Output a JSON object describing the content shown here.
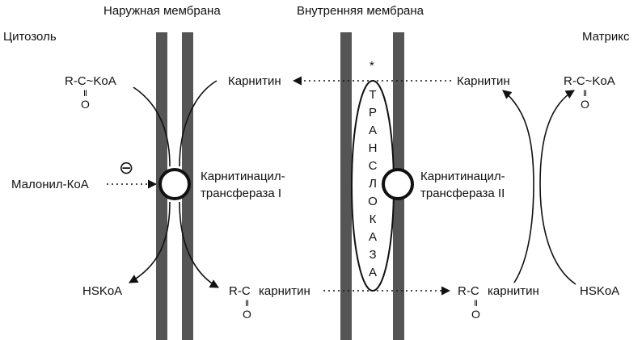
{
  "labels": {
    "outer_membrane": "Наружная мембрана",
    "inner_membrane": "Внутренняя мембрана",
    "cytosol": "Цитозоль",
    "matrix": "Матрикс",
    "acyl_coa_left": "R-C~KoA",
    "acyl_coa_right": "R-C~KoA",
    "carbonyl_o": "O",
    "carnitine_outer": "Карнитин",
    "carnitine_matrix": "Карнитин",
    "asterisk": "*",
    "malonyl_coa": "Малонил-КоА",
    "inhibition_symbol": "⊖",
    "cpt1_line1": "Карнитинацил-",
    "cpt1_line2": "трансфераза I",
    "cpt2_line1": "Карнитинацил-",
    "cpt2_line2": "трансфераза II",
    "hskoa_left": "HSKoA",
    "hskoa_right": "HSKoA",
    "acylcarnitine_rc": "R-C",
    "acylcarnitine_word": "карнитин"
  },
  "translocase_letters": [
    "Т",
    "Р",
    "А",
    "Н",
    "С",
    "Л",
    "О",
    "К",
    "А",
    "З",
    "А"
  ],
  "colors": {
    "membrane": "#555555",
    "stroke": "#111111",
    "background": "#ffffff"
  }
}
